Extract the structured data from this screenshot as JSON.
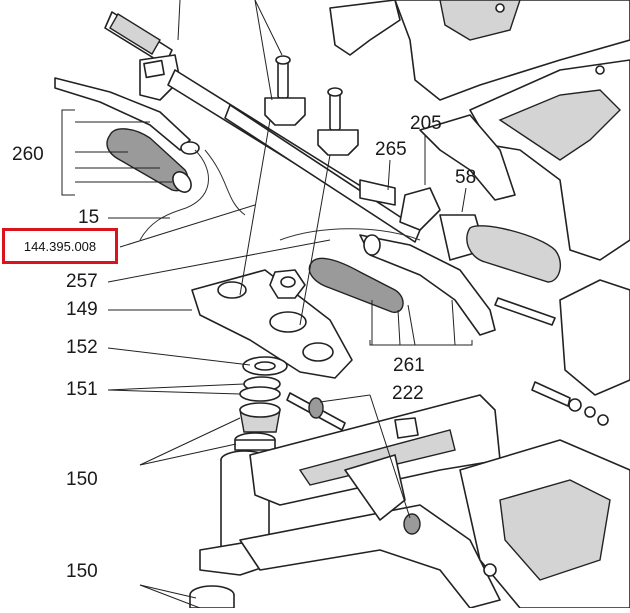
{
  "diagram": {
    "reference_code": "144.395.008",
    "highlight_color": "#d9141c",
    "callouts": [
      {
        "id": "260",
        "label": "260"
      },
      {
        "id": "15",
        "label": "15"
      },
      {
        "id": "257",
        "label": "257"
      },
      {
        "id": "149",
        "label": "149"
      },
      {
        "id": "152",
        "label": "152"
      },
      {
        "id": "151",
        "label": "151"
      },
      {
        "id": "150a",
        "label": "150"
      },
      {
        "id": "150b",
        "label": "150"
      },
      {
        "id": "205",
        "label": "205"
      },
      {
        "id": "265",
        "label": "265"
      },
      {
        "id": "58",
        "label": "58"
      },
      {
        "id": "222",
        "label": "222"
      },
      {
        "id": "261",
        "label": "261"
      }
    ]
  }
}
